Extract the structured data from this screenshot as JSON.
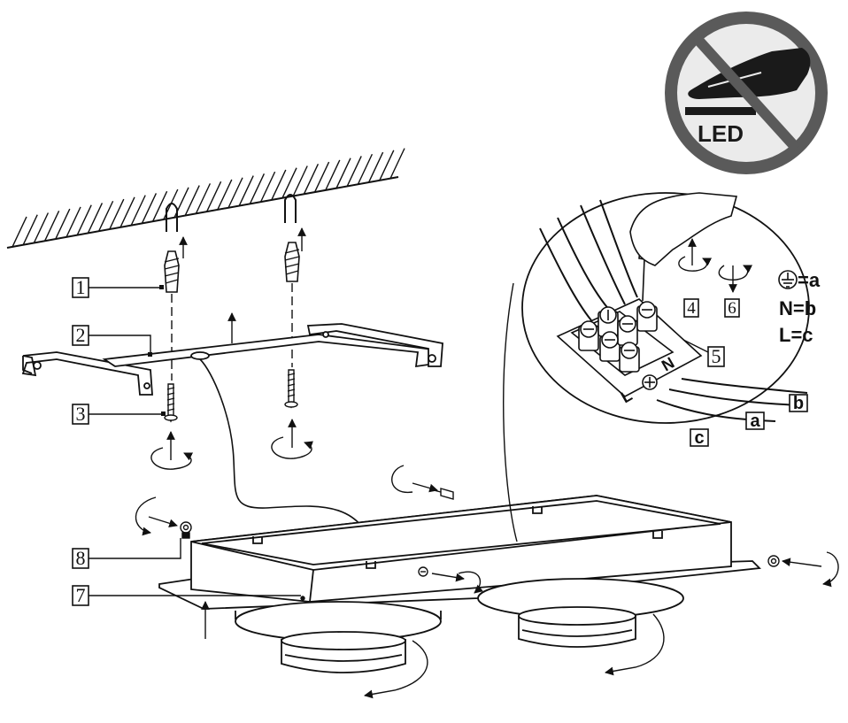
{
  "warning_badge": {
    "text": "LED",
    "colors": {
      "ring": "#5a5a5a",
      "fill": "#ebebeb",
      "hand": "#1a1a1a"
    }
  },
  "callouts": {
    "c1": "1",
    "c2": "2",
    "c3": "3",
    "c4": "4",
    "c5": "5",
    "c6": "6",
    "c7": "7",
    "c8": "8"
  },
  "wire_labels": {
    "a": "a",
    "b": "b",
    "c": "c"
  },
  "terminal_marks": {
    "n": "N",
    "l": "L"
  },
  "wiring_legend": {
    "earth": "=a",
    "neutral": "N=b",
    "live": "L=c"
  },
  "icons": [
    "no-touch-led-icon",
    "rotate-icon",
    "ground-symbol-icon",
    "screwdriver-icon",
    "hand-icon"
  ],
  "colors": {
    "line": "#111111",
    "background": "#ffffff"
  }
}
